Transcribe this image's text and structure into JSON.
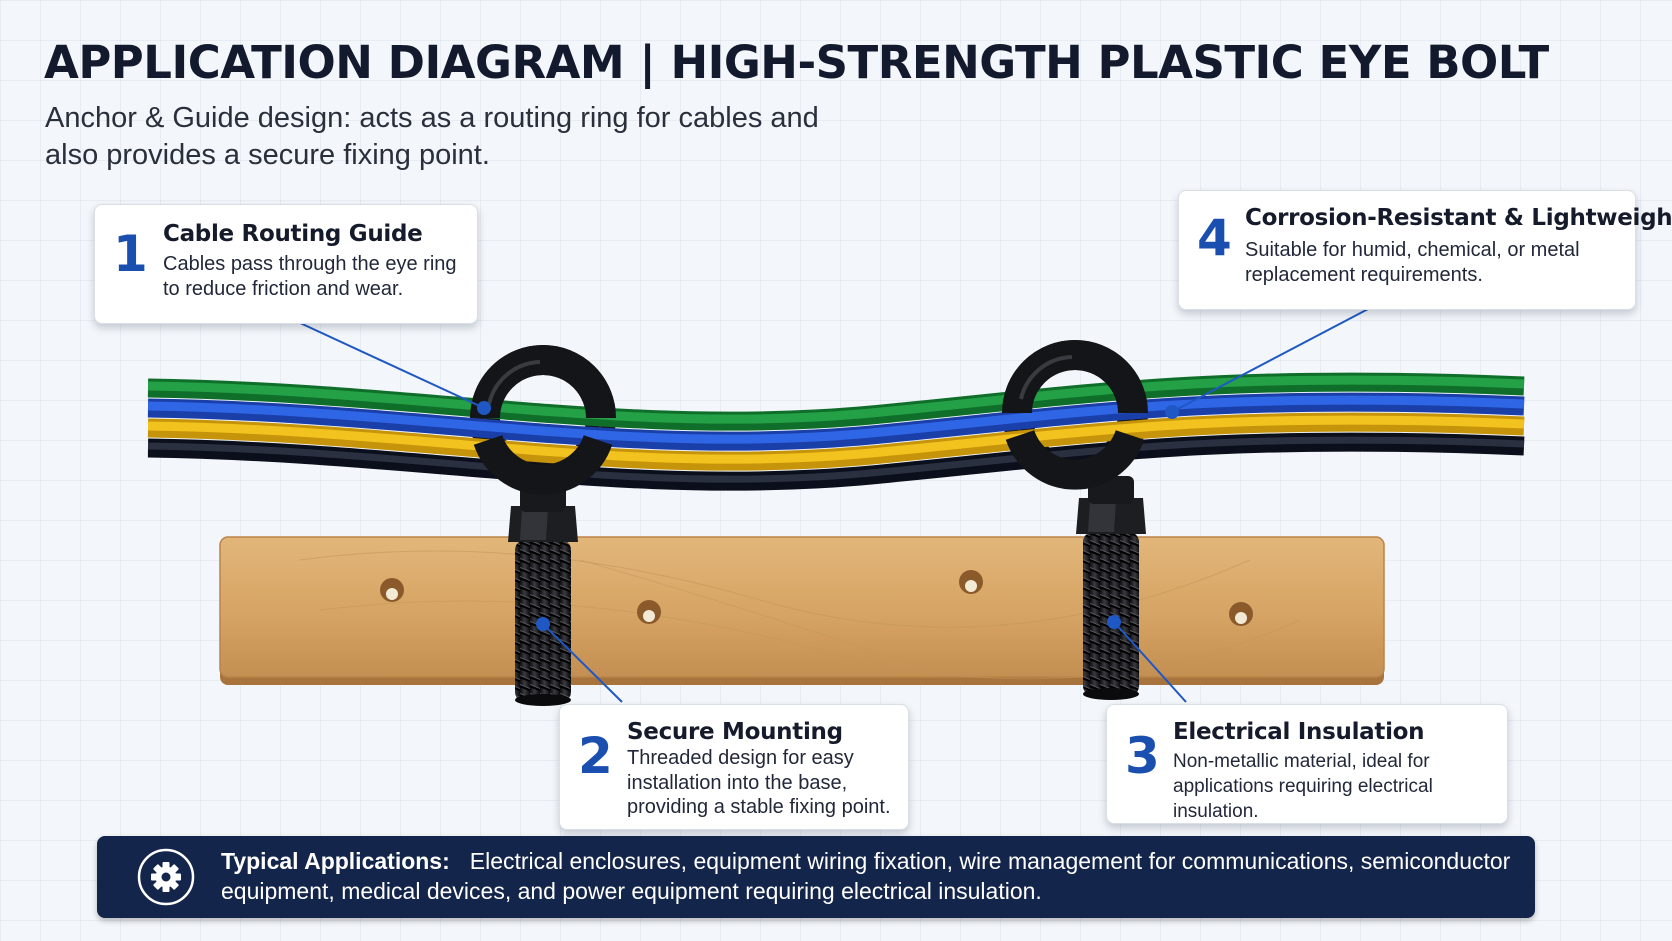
{
  "header": {
    "title": "APPLICATION DIAGRAM | HIGH-STRENGTH PLASTIC EYE BOLT",
    "subtitle": "Anchor & Guide design: acts as a routing ring for cables and also provides a secure fixing point."
  },
  "callouts": [
    {
      "number": "1",
      "title": "Cable Routing Guide",
      "body": "Cables pass through the eye ring to reduce friction and wear."
    },
    {
      "number": "2",
      "title": "Secure Mounting",
      "body": "Threaded design for easy installation into the base, providing a stable fixing point."
    },
    {
      "number": "3",
      "title": "Electrical Insulation",
      "body": "Non-metallic material, ideal for applications requiring electrical insulation."
    },
    {
      "number": "4",
      "title": "Corrosion-Resistant & Lightweight",
      "body": "Suitable for humid, chemical, or metal replacement requirements."
    }
  ],
  "banner": {
    "icon": "gear-icon",
    "label": "Typical Applications:",
    "text": "Electrical enclosures, equipment wiring fixation, wire management for communications, semiconductor equipment, medical devices, and power equipment requiring electrical insulation."
  },
  "colors": {
    "accent_blue": "#1a4fb0",
    "banner_navy": "#13254a",
    "cable_green": "#1f9a3c",
    "cable_blue": "#2459d6",
    "cable_yellow": "#e9b40f",
    "cable_black": "#111827",
    "wood": "#d8a868"
  }
}
